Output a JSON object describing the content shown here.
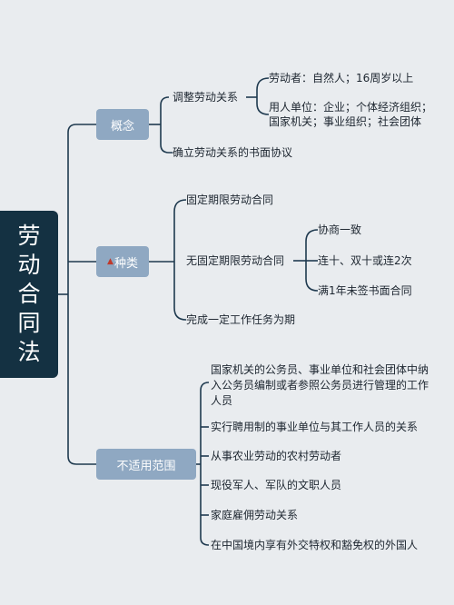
{
  "root": {
    "title": "劳动合同法"
  },
  "concept": {
    "label": "概念",
    "adjust": "调整劳动关系",
    "worker": "劳动者：自然人；16周岁以上",
    "employer_line1": "用人单位：企业；个体经济组织；",
    "employer_line2": "国家机关；事业组织；社会团体",
    "written": "确立劳动关系的书面协议"
  },
  "types": {
    "marker": "▲",
    "label": "种类",
    "fixed": "固定期限劳动合同",
    "open": "无固定期限劳动合同",
    "open_1": "协商一致",
    "open_2": "连十、双十或连2次",
    "open_3": "满1年未签书面合同",
    "task": "完成一定工作任务为期"
  },
  "excluded": {
    "label": "不适用范围",
    "items": [
      "国家机关的公务员、事业单位和社会团体中纳入公务员编制或者参照公务员进行管理的工作人员",
      "实行聘用制的事业单位与其工作人员的关系",
      "从事农业劳动的农村劳动者",
      "现役军人、军队的文职人员",
      "家庭雇佣劳动关系",
      "在中国境内享有外交特权和豁免权的外国人"
    ]
  },
  "colors": {
    "background": "#e9ecef",
    "root": "#143142",
    "category": "#8fa8c2",
    "line": "#1f3a4f",
    "marker": "#c0392b"
  }
}
